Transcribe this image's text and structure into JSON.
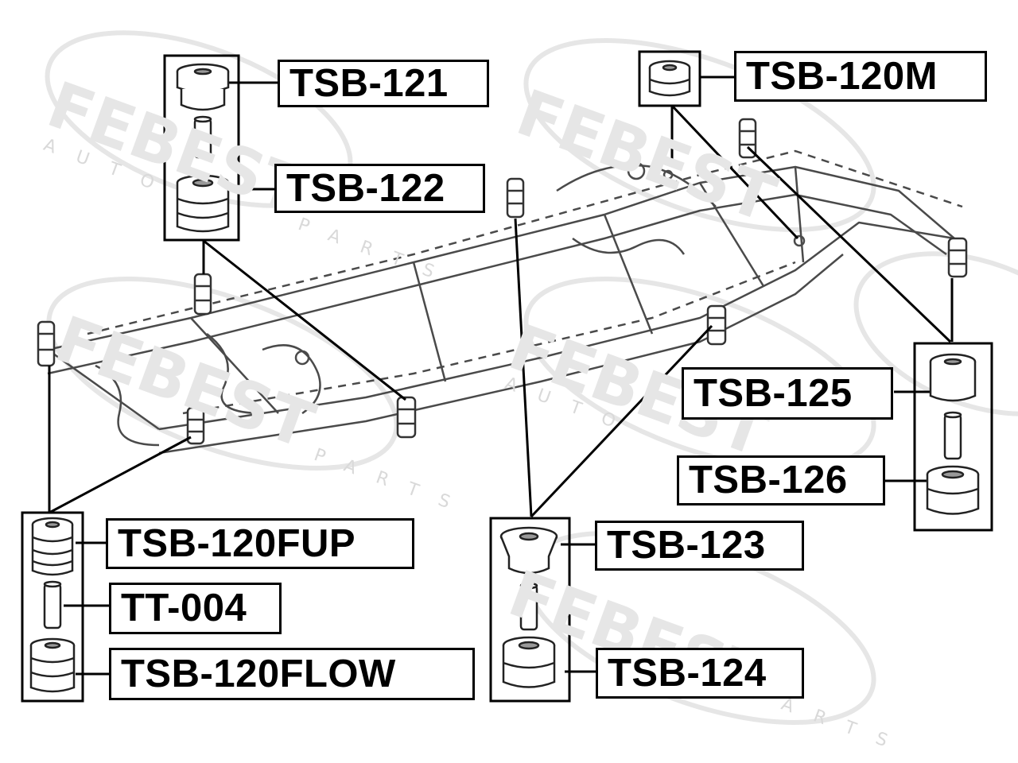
{
  "watermark": {
    "brand": "FEBEST",
    "sub_auto": "AUTO",
    "sub_parts": "PARTS"
  },
  "parts": {
    "tsb_121": "TSB-121",
    "tsb_122": "TSB-122",
    "tsb_120m": "TSB-120M",
    "tsb_125": "TSB-125",
    "tsb_126": "TSB-126",
    "tsb_120fup": "TSB-120FUP",
    "tt_004": "TT-004",
    "tsb_120flow": "TSB-120FLOW",
    "tsb_123": "TSB-123",
    "tsb_124": "TSB-124"
  },
  "colors": {
    "line": "#000000",
    "frame": "#4a4a4a",
    "watermark": "#e3e3e3",
    "background": "#ffffff"
  }
}
